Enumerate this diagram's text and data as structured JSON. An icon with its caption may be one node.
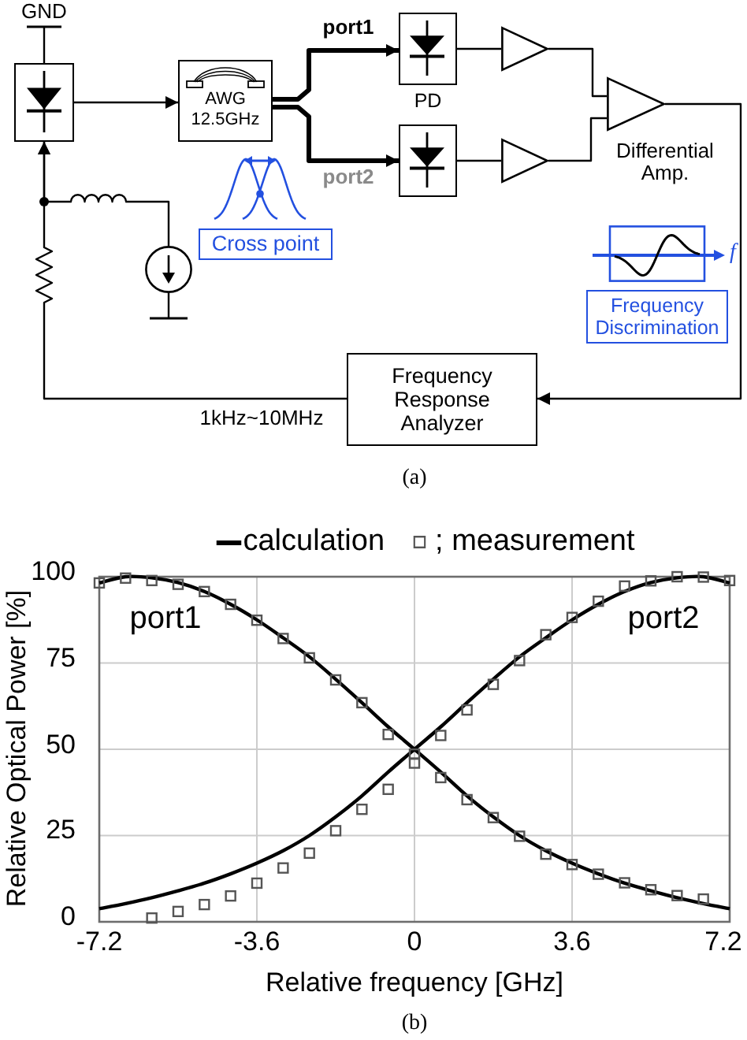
{
  "diagram": {
    "nodes": [
      {
        "text": [],
        "shape": "box"
      },
      {
        "text": [
          "AWG 12.5GHz"
        ]
      },
      {
        "text": [
          "PD"
        ]
      },
      {
        "text": [],
        "shape": "triangle"
      },
      {
        "text": [
          "Differential Amp."
        ]
      },
      {
        "text": [],
        "shape": "box"
      },
      {
        "text": [],
        "shape": "triangle"
      },
      {
        "text": [
          "Cross point"
        ]
      },
      {
        "text": [],
        "shape": "circle"
      },
      {
        "text": [
          "Frequency Discrimination"
        ]
      },
      {
        "text": [
          "Frequency Response Analyzer"
        ]
      }
    ],
    "edges": [
      {
        "from": 0,
        "to": 1,
        "arrow": "to"
      },
      {
        "from": 1,
        "to": 2,
        "arrow": "to",
        "label": "port1",
        "style": "thick"
      },
      {
        "from": 1,
        "to": 5,
        "arrow": "to",
        "label": "port2",
        "style": "thick"
      },
      {
        "from": 2,
        "to": 3,
        "arrow": "none"
      },
      {
        "from": 5,
        "to": 6,
        "arrow": "none"
      },
      {
        "from": 3,
        "to": 4,
        "arrow": "none"
      },
      {
        "from": 6,
        "to": 4,
        "arrow": "none"
      },
      {
        "from": 4,
        "to": 10,
        "arrow": "to"
      },
      {
        "from": 10,
        "to": 0,
        "arrow": "to",
        "label": "1kHz~10MHz"
      },
      {
        "from": 8,
        "to": 0,
        "arrow": "to"
      }
    ],
    "labels": [
      "GND",
      "f",
      "(a)",
      "(b)"
    ],
    "chart_data": {
      "type": "line",
      "xlabel": "Relative frequency [GHz]",
      "ylabel": "Relative Optical Power [%]",
      "x": [
        -7.2,
        -6.6,
        -6.0,
        -5.4,
        -4.8,
        -4.2,
        -3.6,
        -3.0,
        -2.4,
        -1.8,
        -1.2,
        -0.6,
        0,
        0.6,
        1.2,
        1.8,
        2.4,
        3.0,
        3.6,
        4.2,
        4.8,
        5.4,
        6.0,
        6.6,
        7.2
      ],
      "series": [
        {
          "name": "calculation",
          "type": "line",
          "color": "#000000",
          "values": [
            98.2,
            100,
            99.7,
            98.3,
            95.7,
            92,
            87.5,
            82.3,
            76.8,
            70.3,
            63.5,
            56.5,
            50,
            43.4,
            36.5,
            30.4,
            25,
            20.6,
            17,
            13.9,
            11.2,
            9,
            7,
            5.3,
            3.8
          ]
        },
        {
          "type": "line",
          "color": "#000000",
          "values": [
            3.8,
            5.3,
            7,
            9,
            11.2,
            13.9,
            17,
            20.6,
            25,
            30.4,
            36.5,
            43.4,
            50,
            56.5,
            63.5,
            70.3,
            76.8,
            82.3,
            87.5,
            92,
            95.7,
            98.3,
            99.7,
            100,
            98.2
          ]
        },
        {
          "name": "; measurement",
          "type": "scatter",
          "color": "#555555",
          "values": [
            98.2,
            99.6,
            98.9,
            97.8,
            95.7,
            92,
            87.4,
            82.1,
            76.5,
            70.1,
            63.5,
            54.3,
            48.6,
            41.8,
            35.4,
            30.2,
            24.8,
            19.6,
            16.6,
            13.8,
            11.3,
            9.3,
            7.6,
            6.6,
            null
          ]
        },
        {
          "type": "scatter",
          "color": "#555555",
          "values": [
            null,
            null,
            1.1,
            3,
            5,
            7.5,
            11.2,
            15.6,
            19.9,
            26.4,
            32.6,
            38.4,
            46,
            54,
            61.4,
            68.8,
            75.7,
            83.2,
            88.2,
            92.9,
            97.3,
            98.8,
            100,
            99.9,
            98.9
          ]
        }
      ],
      "xlim": [
        -7.2,
        7.2
      ],
      "ylim": [
        0,
        100
      ],
      "xticks": [
        -7.2,
        -3.6,
        0,
        3.6,
        7.2
      ],
      "yticks": [
        0,
        25,
        50,
        75,
        100
      ],
      "grid": true,
      "legend": "top",
      "annotations": [
        "port1",
        "port2"
      ]
    }
  }
}
